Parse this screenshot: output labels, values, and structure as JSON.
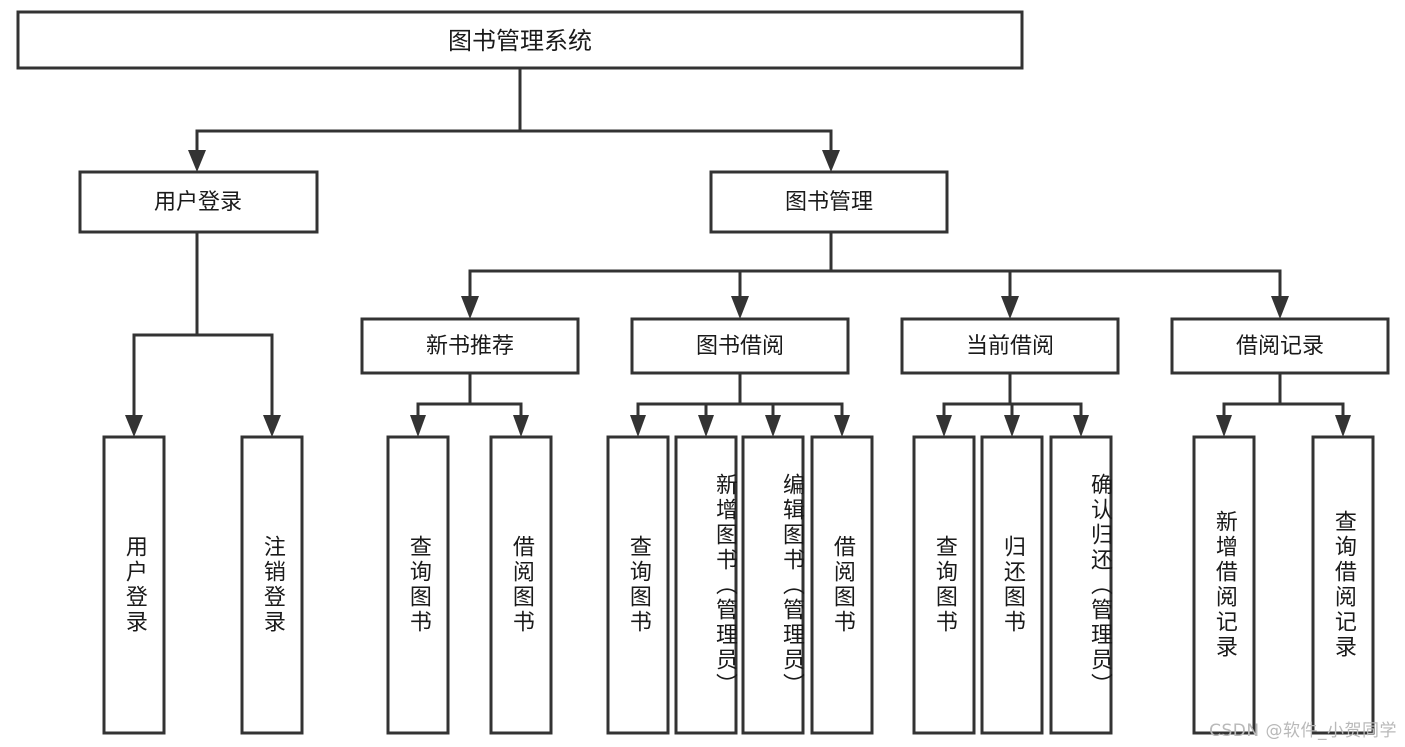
{
  "diagram": {
    "title": "图书管理系统",
    "type": "tree-hierarchy-functional-decomposition",
    "watermark": "CSDN @软件_小贺同学",
    "colors": {
      "box_stroke": "#333333",
      "box_fill": "#ffffff",
      "edge": "#333333",
      "text": "#1a1a1a",
      "watermark": "#b9b9b9",
      "background": "#ffffff"
    },
    "root": {
      "label": "图书管理系统"
    },
    "level2": [
      {
        "label": "用户登录"
      },
      {
        "label": "图书管理"
      }
    ],
    "level3": [
      {
        "label": "新书推荐"
      },
      {
        "label": "图书借阅"
      },
      {
        "label": "当前借阅"
      },
      {
        "label": "借阅记录"
      }
    ],
    "leaves": {
      "user_login": [
        {
          "label": "用户登录"
        },
        {
          "label": "注销登录"
        }
      ],
      "new_book_recommend": [
        {
          "label": "查询图书"
        },
        {
          "label": "借阅图书"
        }
      ],
      "book_borrow": [
        {
          "label": "查询图书"
        },
        {
          "label": "新增图书（管理员）"
        },
        {
          "label": "编辑图书（管理员）"
        },
        {
          "label": "借阅图书"
        }
      ],
      "current_borrow": [
        {
          "label": "查询图书"
        },
        {
          "label": "归还图书"
        },
        {
          "label": "确认归还（管理员）"
        }
      ],
      "borrow_record": [
        {
          "label": "新增借阅记录"
        },
        {
          "label": "查询借阅记录"
        }
      ]
    }
  }
}
